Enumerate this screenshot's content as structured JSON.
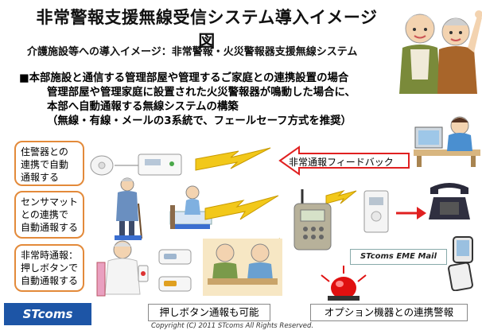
{
  "title": "非常警報支援無線受信システム導入イメージ図",
  "subtitle": "介護施設等への導入イメージ：非常警報・火災警報器支援無線システム",
  "bullet": {
    "marker": "■",
    "lines": [
      "本部施設と通信する管理部屋や管理するご家庭との連携設置の場合",
      "管理部屋や管理家庭に設置された火災警報器が鳴動した場合に、",
      "本部へ自動通報する無線システムの構築",
      "（無線・有線・メールの3系統で、フェールセーフ方式を推奨）"
    ]
  },
  "side_boxes": [
    {
      "lines": [
        "住警器との",
        "連携で自動",
        "通報する"
      ]
    },
    {
      "lines": [
        "センサマット",
        "との連携で",
        "自動通報する"
      ]
    },
    {
      "lines": [
        "非常時通報：",
        "押しボタンで",
        "自動通報する"
      ]
    }
  ],
  "feedback_arrow_label": "非常通報フィードバック",
  "eme_mail_label": "STcoms  EME Mail",
  "caption_push_button": "押しボタン通報も可能",
  "caption_option": "オプション機器との連携警報",
  "logo_text": "STcoms",
  "copyright": "Copyright (C) 2011 STcoms All Rights Reserved.",
  "colors": {
    "box_border": "#e38a3a",
    "logo_bg": "#1d55a6",
    "lightning": "#f2c81a",
    "arrow_red": "#e02020"
  }
}
